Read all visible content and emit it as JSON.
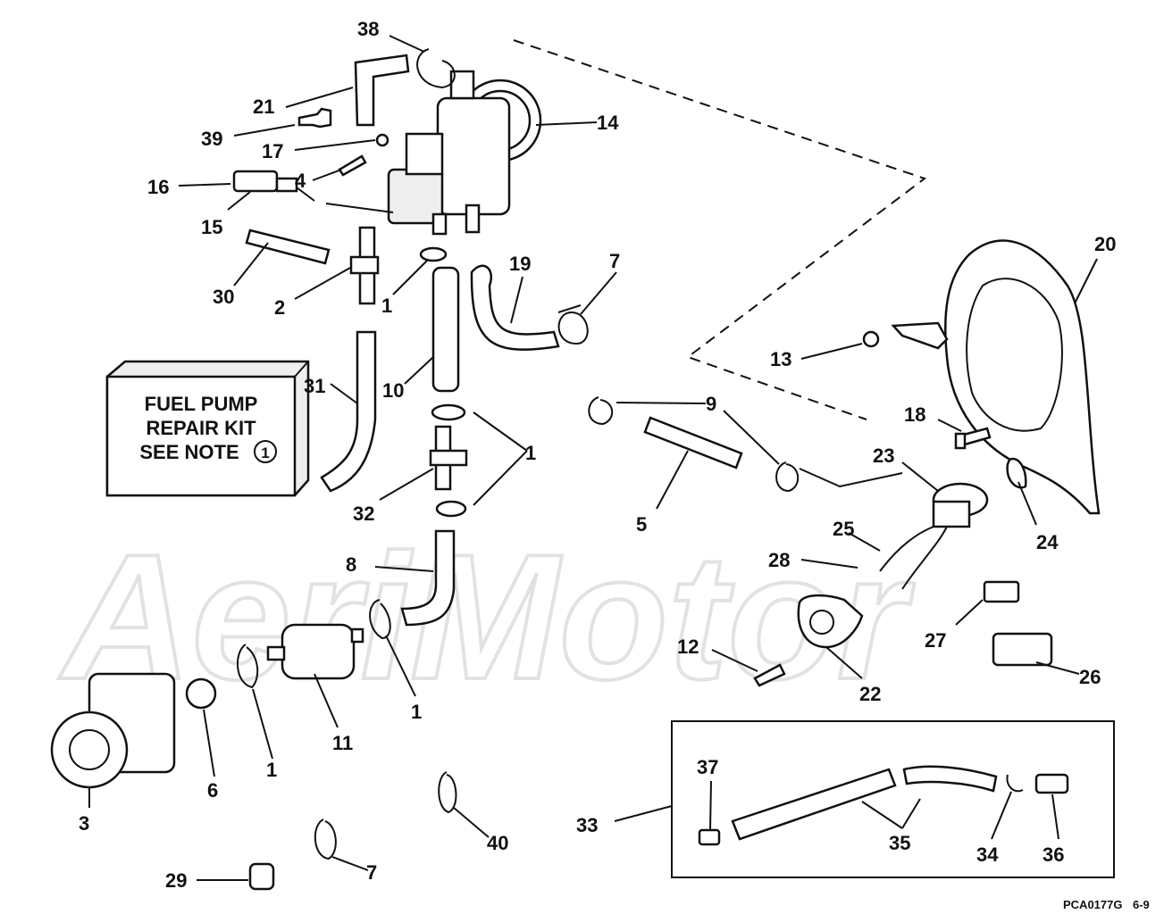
{
  "watermark": "AeriMotor",
  "kit_box": {
    "line1": "FUEL PUMP",
    "line2": "REPAIR KIT",
    "line3": "SEE NOTE",
    "note_number": "1"
  },
  "callouts": {
    "c38": "38",
    "c21": "21",
    "c39": "39",
    "c17": "17",
    "c14": "14",
    "c16": "16",
    "c4": "4",
    "c15": "15",
    "c30": "30",
    "c2": "2",
    "c1a": "1",
    "c19": "19",
    "c7a": "7",
    "c20": "20",
    "c13": "13",
    "c31": "31",
    "c10": "10",
    "c9": "9",
    "c18": "18",
    "c1b": "1",
    "c23": "23",
    "c32": "32",
    "c5": "5",
    "c25": "25",
    "c24": "24",
    "c28": "28",
    "c8": "8",
    "c27": "27",
    "c12": "12",
    "c26": "26",
    "c22": "22",
    "c1c": "1",
    "c11": "11",
    "c6": "6",
    "c1d": "1",
    "c3": "3",
    "c37": "37",
    "c33": "33",
    "c35": "35",
    "c34": "34",
    "c36": "36",
    "c40": "40",
    "c7b": "7",
    "c29": "29"
  },
  "figure_code": "PCA0177G",
  "page_ref": "6-9"
}
